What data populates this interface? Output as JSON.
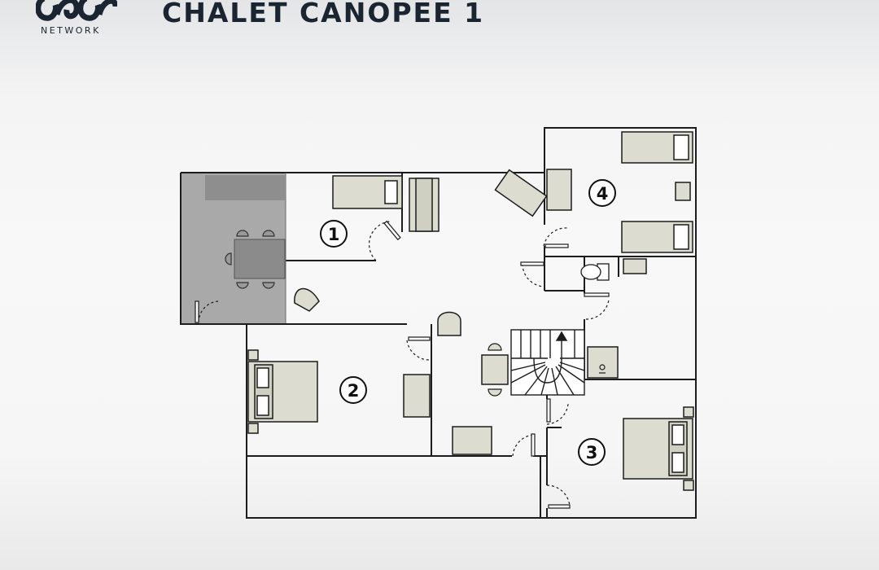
{
  "header": {
    "title": "CHALET CANOPEE 1",
    "brand_sub": "NETWORK"
  },
  "colors": {
    "wall": "#1c1c1c",
    "furniture_fill": "#dcdcd0",
    "grey_zone": "#a9a9a9",
    "title": "#1b2431"
  },
  "rooms": [
    {
      "label": "1"
    },
    {
      "label": "2"
    },
    {
      "label": "3"
    },
    {
      "label": "4"
    }
  ],
  "icons": [
    "logo-mark-icon",
    "stairs-arrow-icon",
    "toilet-icon",
    "sink-icon",
    "shower-icon"
  ]
}
